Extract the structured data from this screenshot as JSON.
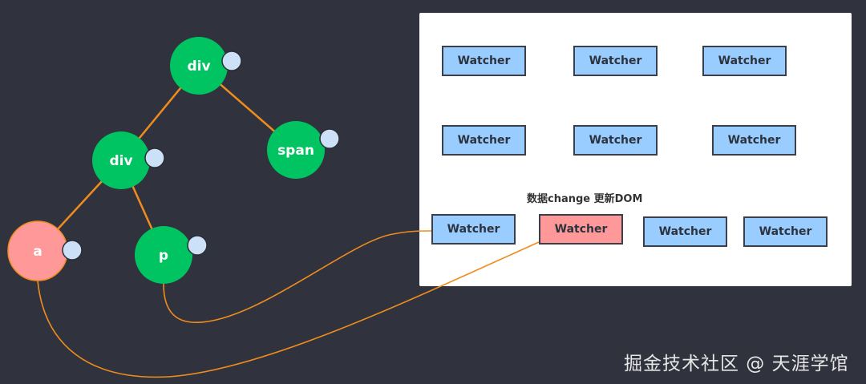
{
  "colors": {
    "background": "#30333d",
    "node_green": "#00c462",
    "node_active": "#ff9999",
    "dep_dot": "#cce0f7",
    "edge": "#f08c1e",
    "watcher_fill": "#99ccff",
    "watcher_active_fill": "#ff9999"
  },
  "tree": {
    "nodes": [
      {
        "id": "root",
        "label": "div",
        "active": false
      },
      {
        "id": "child-div",
        "label": "div",
        "active": false
      },
      {
        "id": "span",
        "label": "span",
        "active": false
      },
      {
        "id": "a",
        "label": "a",
        "active": true
      },
      {
        "id": "p",
        "label": "p",
        "active": false
      }
    ],
    "edges": [
      {
        "from": "root",
        "to": "child-div"
      },
      {
        "from": "root",
        "to": "span"
      },
      {
        "from": "child-div",
        "to": "a"
      },
      {
        "from": "child-div",
        "to": "p"
      }
    ],
    "links": [
      {
        "from": "p",
        "to_watcher": 6
      },
      {
        "from": "a",
        "to_watcher": 7
      }
    ]
  },
  "watchers": [
    {
      "label": "Watcher",
      "active": false
    },
    {
      "label": "Watcher",
      "active": false
    },
    {
      "label": "Watcher",
      "active": false
    },
    {
      "label": "Watcher",
      "active": false
    },
    {
      "label": "Watcher",
      "active": false
    },
    {
      "label": "Watcher",
      "active": false
    },
    {
      "label": "Watcher",
      "active": false
    },
    {
      "label": "Watcher",
      "active": true
    },
    {
      "label": "Watcher",
      "active": false
    },
    {
      "label": "Watcher",
      "active": false
    }
  ],
  "note": "数据change 更新DOM",
  "watermark": "掘金技术社区 @ 天涯学馆"
}
